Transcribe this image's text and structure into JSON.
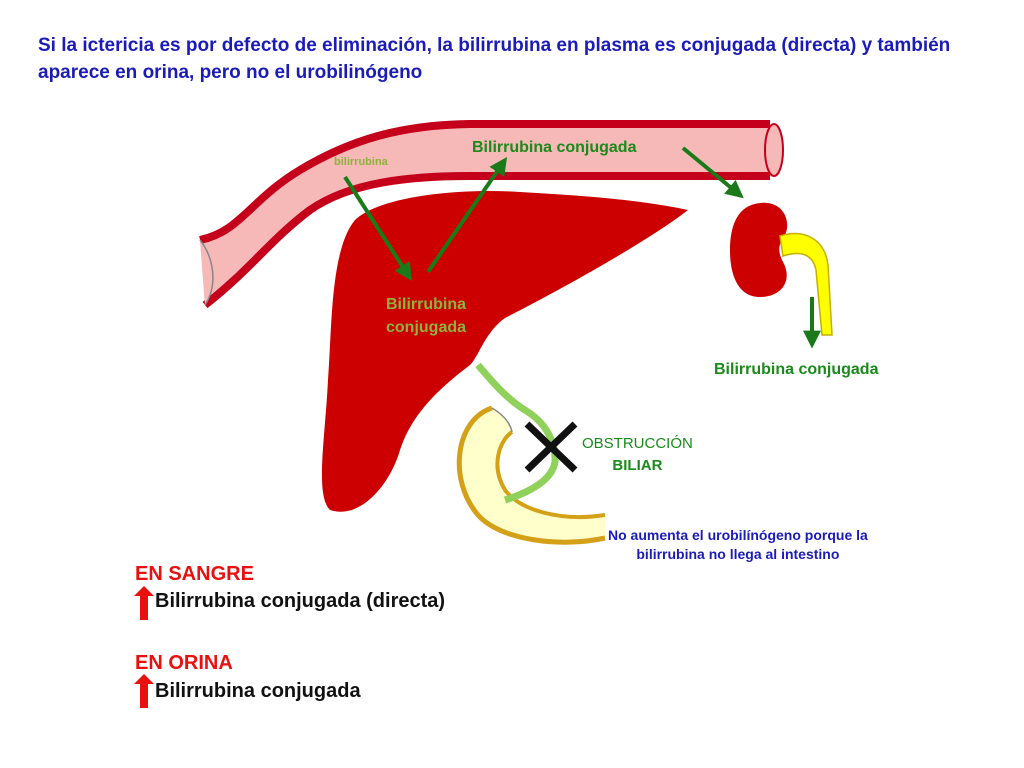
{
  "title": "Si la ictericia es por defecto de eliminación, la bilirrubina en plasma es conjugada (directa) y también aparece en orina, pero no el urobilinógeno",
  "labels": {
    "bilirrubina_small": "bilirrubina",
    "vessel_conjugada": "Bilirrubina conjugada",
    "liver_conjugada_1": "Bilirrubina",
    "liver_conjugada_2": "conjugada",
    "urine_conjugada": "Bilirrubina conjugada",
    "obstruccion_1": "OBSTRUCCIÓN",
    "obstruccion_2": "BILIAR",
    "no_aumenta_1": "No aumenta el urobilínógeno porque la",
    "no_aumenta_2": "bilirrubina no llega al intestino"
  },
  "summary": {
    "sangre_heading": "EN SANGRE",
    "sangre_item": "Bilirrubina conjugada (directa)",
    "orina_heading": "EN ORINA",
    "orina_item": "Bilirrubina conjugada"
  },
  "colors": {
    "title": "#1b1bb8",
    "vessel_fill": "#f7b8b8",
    "vessel_stroke": "#c4001a",
    "liver": "#cc0000",
    "kidney": "#cc0000",
    "ureter": "#ffff00",
    "duct": "#8fd15a",
    "intestine_fill": "#ffffcc",
    "intestine_stroke": "#d4a017",
    "arrow_green": "#1a7a1a",
    "up_arrow": "#e8110f"
  },
  "icons": {
    "obstruction": "x-mark-icon",
    "increase": "up-arrow-icon"
  }
}
